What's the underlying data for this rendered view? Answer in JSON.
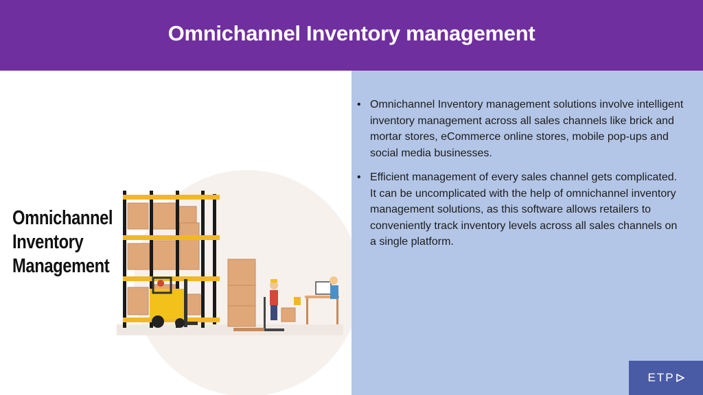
{
  "slide": {
    "title": "Omnichannel Inventory management",
    "image_title": [
      "Omnichannel",
      "Inventory",
      "Management"
    ],
    "bullets": [
      "Omnichannel Inventory management solutions involve intelligent inventory management across all sales channels like brick and mortar stores, eCommerce online stores, mobile pop-ups and social media businesses.",
      "Efficient management of every sales channel gets complicated. It can be uncomplicated with the help of omnichannel inventory management solutions, as this software allows retailers to conveniently track inventory levels across all sales channels on a single platform."
    ],
    "bullet_glyph": "•",
    "logo_text": "ETP",
    "logo_icon": "play-triangle-icon"
  },
  "colors": {
    "header": "#6f2f9e",
    "right_panel": "#b4c6e7",
    "logo_bg": "#4a5ba5",
    "shelf_uprights": "#1a1a1a",
    "shelf_beams": "#f2b824",
    "boxes": "#e0a878",
    "forklift": "#f2c21b"
  }
}
